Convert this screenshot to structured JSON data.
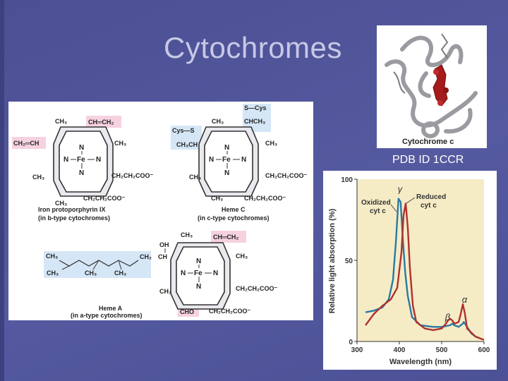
{
  "slide": {
    "title": "Cytochromes",
    "pdb_caption": "PDB ID 1CCR"
  },
  "structures": {
    "heme_b": {
      "name": "Iron protoporphyrin IX",
      "note": "(in b-type cytochromes)",
      "groups": {
        "top_left": "CH₃",
        "top_right": "CH═CH₂",
        "left": "CH₂═CH",
        "right": "CH₃",
        "bottom_left": "CH₃",
        "propionate_right": "CH₂CH₂COO⁻",
        "bottom_left_lower": "CH₃",
        "propionate_bottom": "CH₂CH₂COO⁻"
      }
    },
    "heme_c": {
      "name": "Heme C",
      "note": "(in c-type cytochromes)",
      "groups": {
        "cys_top": "S—Cys",
        "cys_left": "Cys—S",
        "top_left": "CH₃",
        "top_right": "CHCH₃",
        "left": "CH₃CH",
        "right": "CH₃",
        "bottom_left": "CH₃",
        "propionate_right": "CH₂CH₂COO⁻",
        "bottom_left_lower": "CH₃",
        "propionate_bottom": "CH₂CH₂COO⁻"
      }
    },
    "heme_a": {
      "name": "Heme A",
      "note": "(in a-type cytochromes)",
      "groups": {
        "top_left": "CH₃",
        "top_right": "CH═CH₂",
        "oh": "OH",
        "ch": "CH",
        "chain_ch2": "CH₂",
        "chain_start": "CH₃",
        "chain_methyls": [
          "CH₃",
          "CH₃",
          "CH₃"
        ],
        "right": "CH₃",
        "propionate_right": "CH₂CH₂COO⁻",
        "bottom_left": "CH₃",
        "formyl": "CHO",
        "propionate_bottom": "CH₂CH₂COO⁻"
      }
    },
    "atoms": {
      "n": "N",
      "fe": "Fe"
    }
  },
  "protein_image": {
    "caption": "Cytochrome c"
  },
  "chart_data": {
    "type": "line",
    "xlabel": "Wavelength (nm)",
    "ylabel": "Relative light absorption (%)",
    "xlim": [
      300,
      600
    ],
    "ylim": [
      0,
      100
    ],
    "x_ticks": [
      "300",
      "400",
      "500",
      "600"
    ],
    "y_ticks": [
      "0",
      "50",
      "100"
    ],
    "series": [
      {
        "name": "Oxidized cyt c",
        "color": "#2a7aa3",
        "x": [
          320,
          340,
          360,
          375,
          385,
          392,
          398,
          403,
          408,
          414,
          420,
          430,
          450,
          480,
          500,
          520,
          525,
          530,
          540,
          550,
          552,
          555,
          560,
          570,
          580,
          590
        ],
        "y": [
          18,
          19,
          21,
          26,
          38,
          62,
          88,
          86,
          64,
          42,
          28,
          15,
          10,
          9,
          9,
          10,
          11,
          10,
          9,
          11,
          12,
          11,
          9,
          5,
          3,
          2
        ]
      },
      {
        "name": "Reduced cyt c",
        "color": "#b03030",
        "x": [
          320,
          340,
          360,
          380,
          395,
          405,
          410,
          415,
          420,
          425,
          432,
          440,
          460,
          480,
          500,
          510,
          515,
          520,
          525,
          530,
          540,
          545,
          550,
          555,
          560,
          580,
          600
        ],
        "y": [
          10,
          17,
          22,
          26,
          33,
          55,
          78,
          85,
          70,
          45,
          22,
          12,
          8,
          7,
          8,
          11,
          13,
          14,
          13,
          11,
          12,
          17,
          23,
          17,
          8,
          3,
          1
        ]
      }
    ],
    "annotations": {
      "gamma": "γ",
      "alpha": "α",
      "beta": "β",
      "oxidized_label": "Oxidized\ncyt c",
      "reduced_label": "Reduced\ncyt c"
    }
  }
}
